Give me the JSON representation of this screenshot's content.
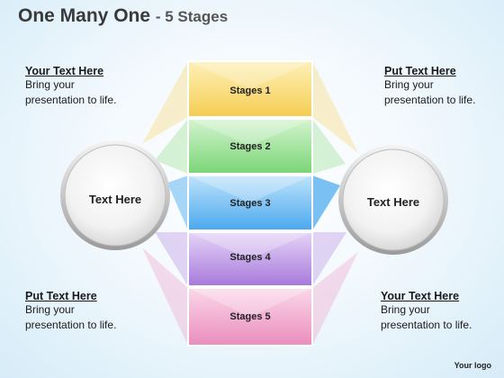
{
  "title": {
    "main": "One Many One",
    "sub": "- 5 Stages"
  },
  "left_circle": {
    "label": "Text Here"
  },
  "right_circle": {
    "label": "Text Here"
  },
  "stages": [
    {
      "label": "Stages 1",
      "color": "#f7d36a"
    },
    {
      "label": "Stages 2",
      "color": "#8fdc8a"
    },
    {
      "label": "Stages 3",
      "color": "#63b6f0"
    },
    {
      "label": "Stages 4",
      "color": "#b48ae0"
    },
    {
      "label": "Stages 5",
      "color": "#ee9fc8"
    }
  ],
  "corners": {
    "top_left": {
      "heading": "Your Text Here",
      "body": "Bring your presentation to life."
    },
    "top_right": {
      "heading": "Put Text Here",
      "body": "Bring your presentation to life."
    },
    "bottom_left": {
      "heading": "Put Text Here",
      "body": "Bring your presentation to life."
    },
    "bottom_right": {
      "heading": "Your Text Here",
      "body": "Bring your presentation to life."
    }
  },
  "footer": {
    "logo": "Your logo"
  }
}
